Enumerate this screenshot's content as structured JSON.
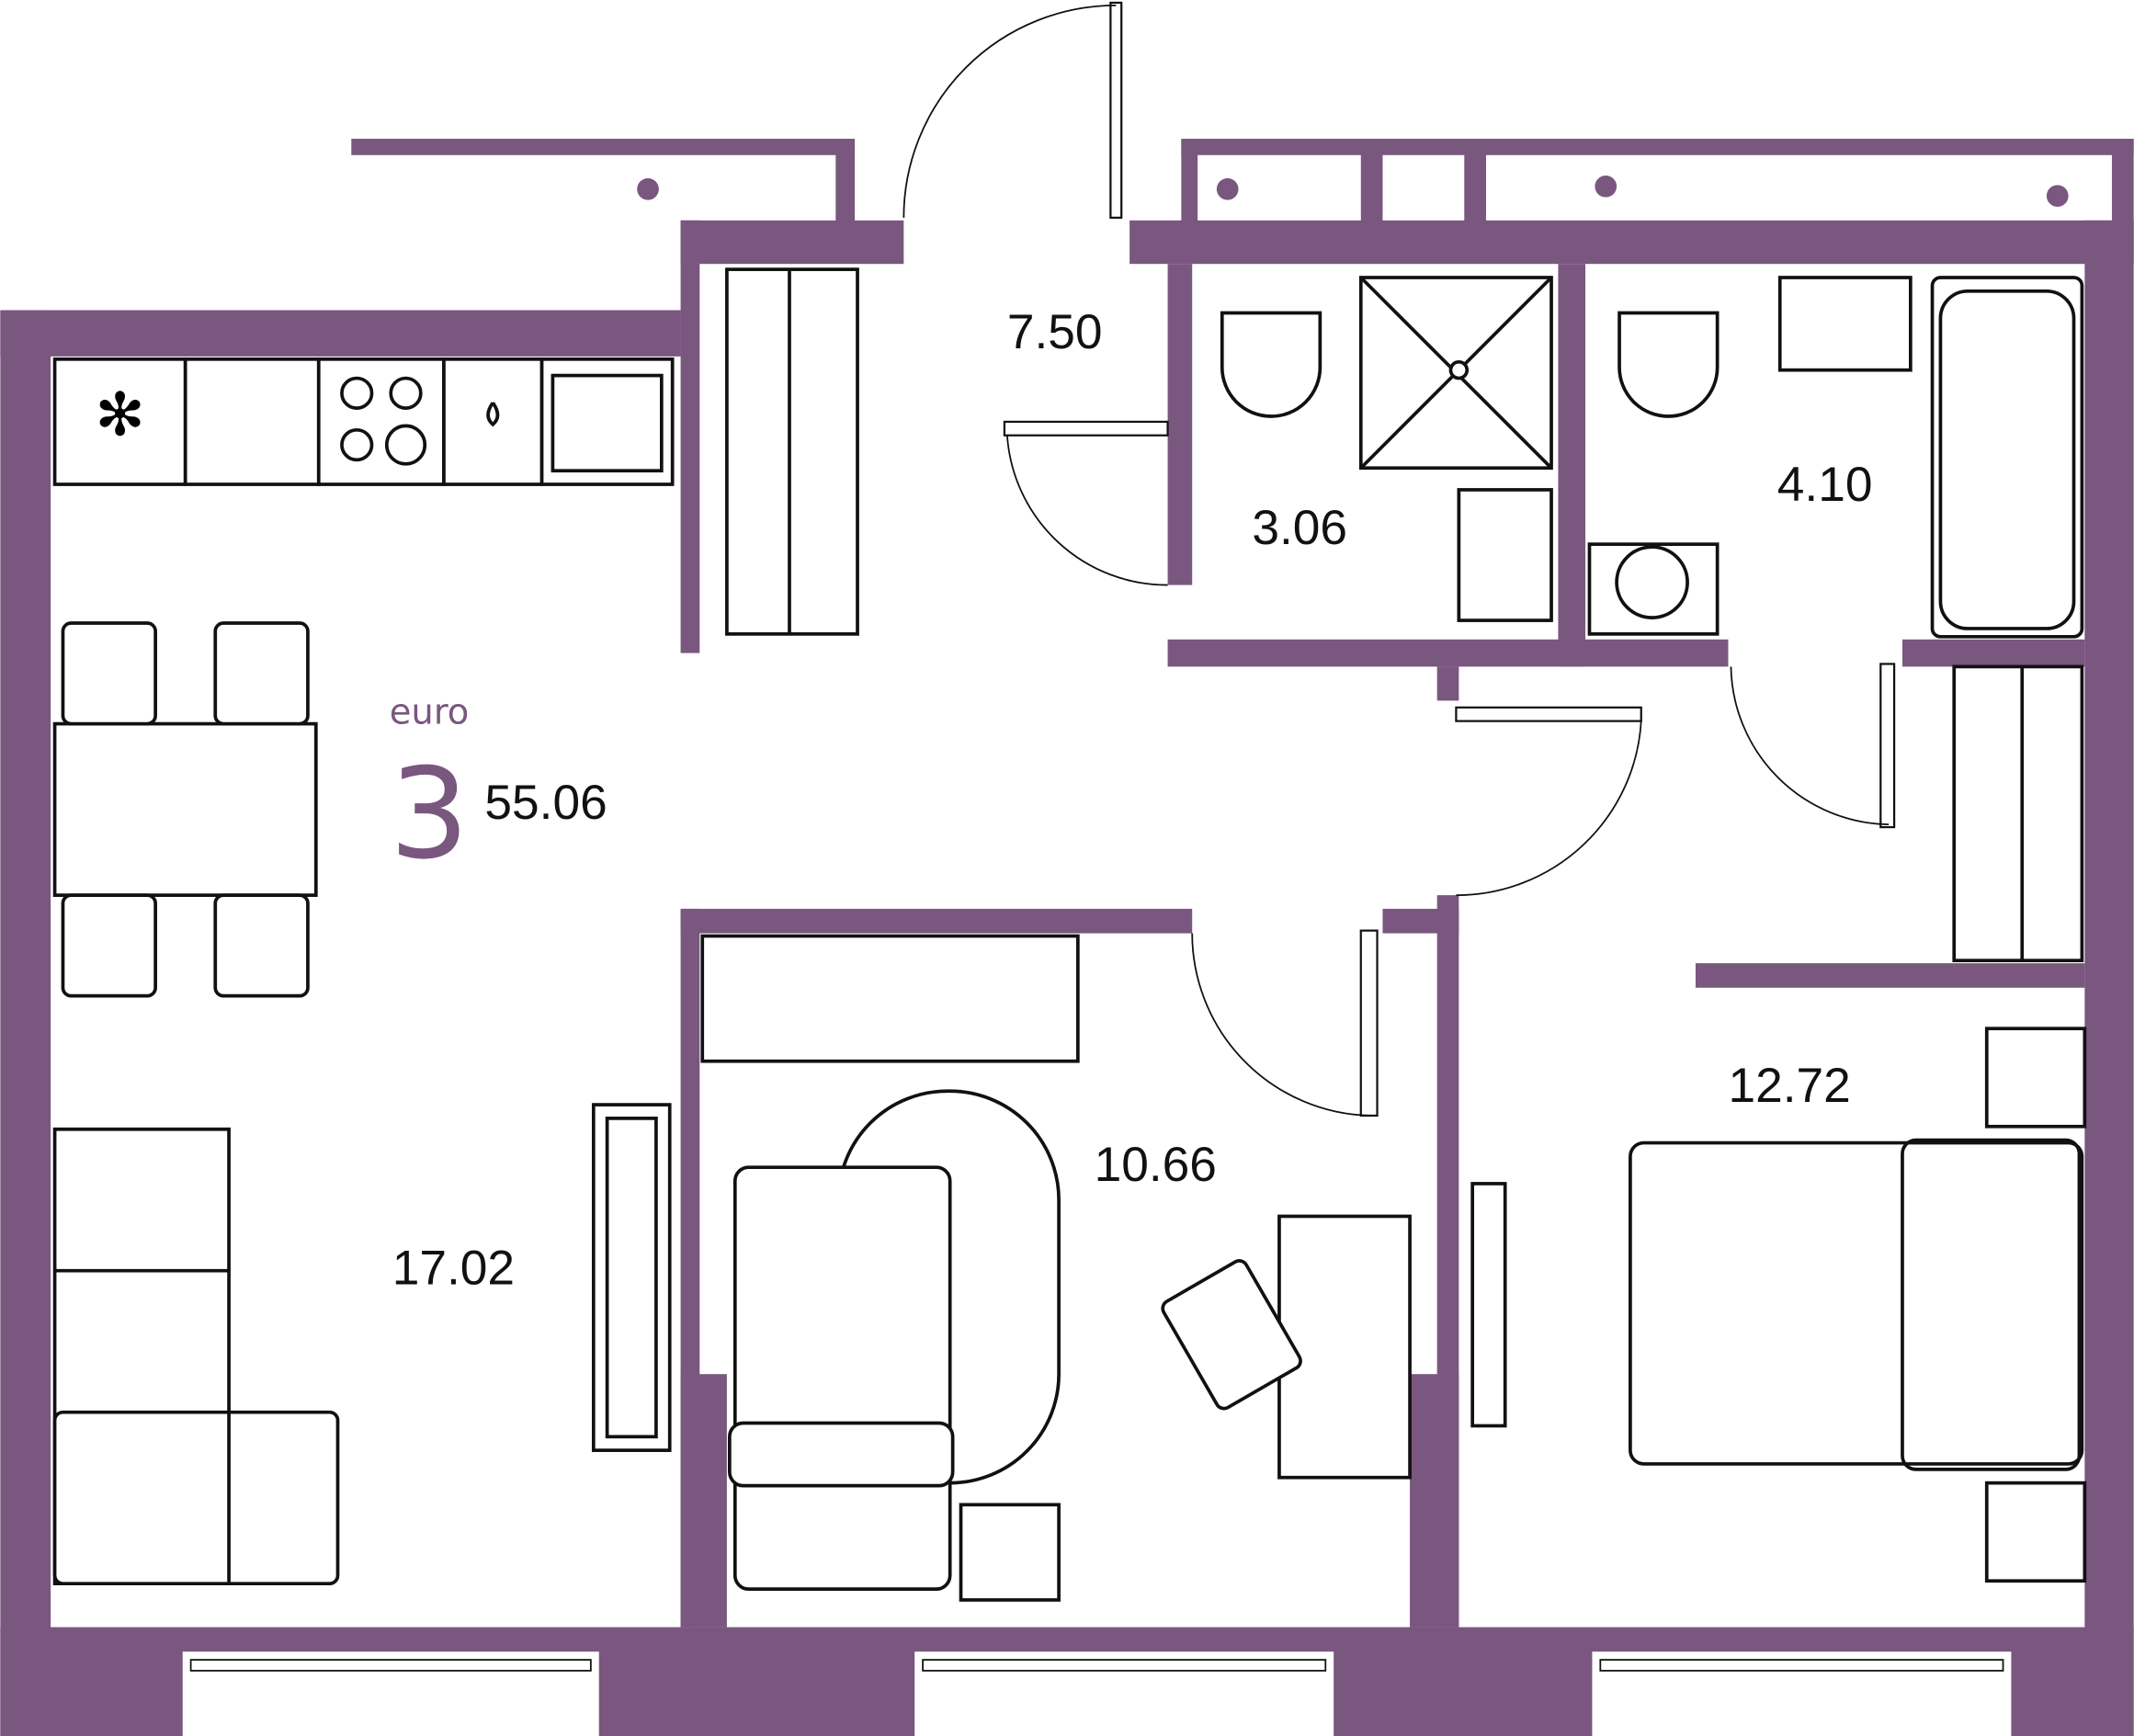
{
  "apartment": {
    "type_label": "euro",
    "rooms_count": "3",
    "total_area": "55.06"
  },
  "rooms": [
    {
      "name": "hallway",
      "area": "7.50"
    },
    {
      "name": "bathroom-1",
      "area": "3.06"
    },
    {
      "name": "bathroom-2",
      "area": "4.10"
    },
    {
      "name": "kitchen-living",
      "area": "17.02"
    },
    {
      "name": "bedroom-1",
      "area": "10.66"
    },
    {
      "name": "bedroom-2",
      "area": "12.72"
    }
  ],
  "colors": {
    "wall": "#7a577f",
    "line": "#111111"
  }
}
